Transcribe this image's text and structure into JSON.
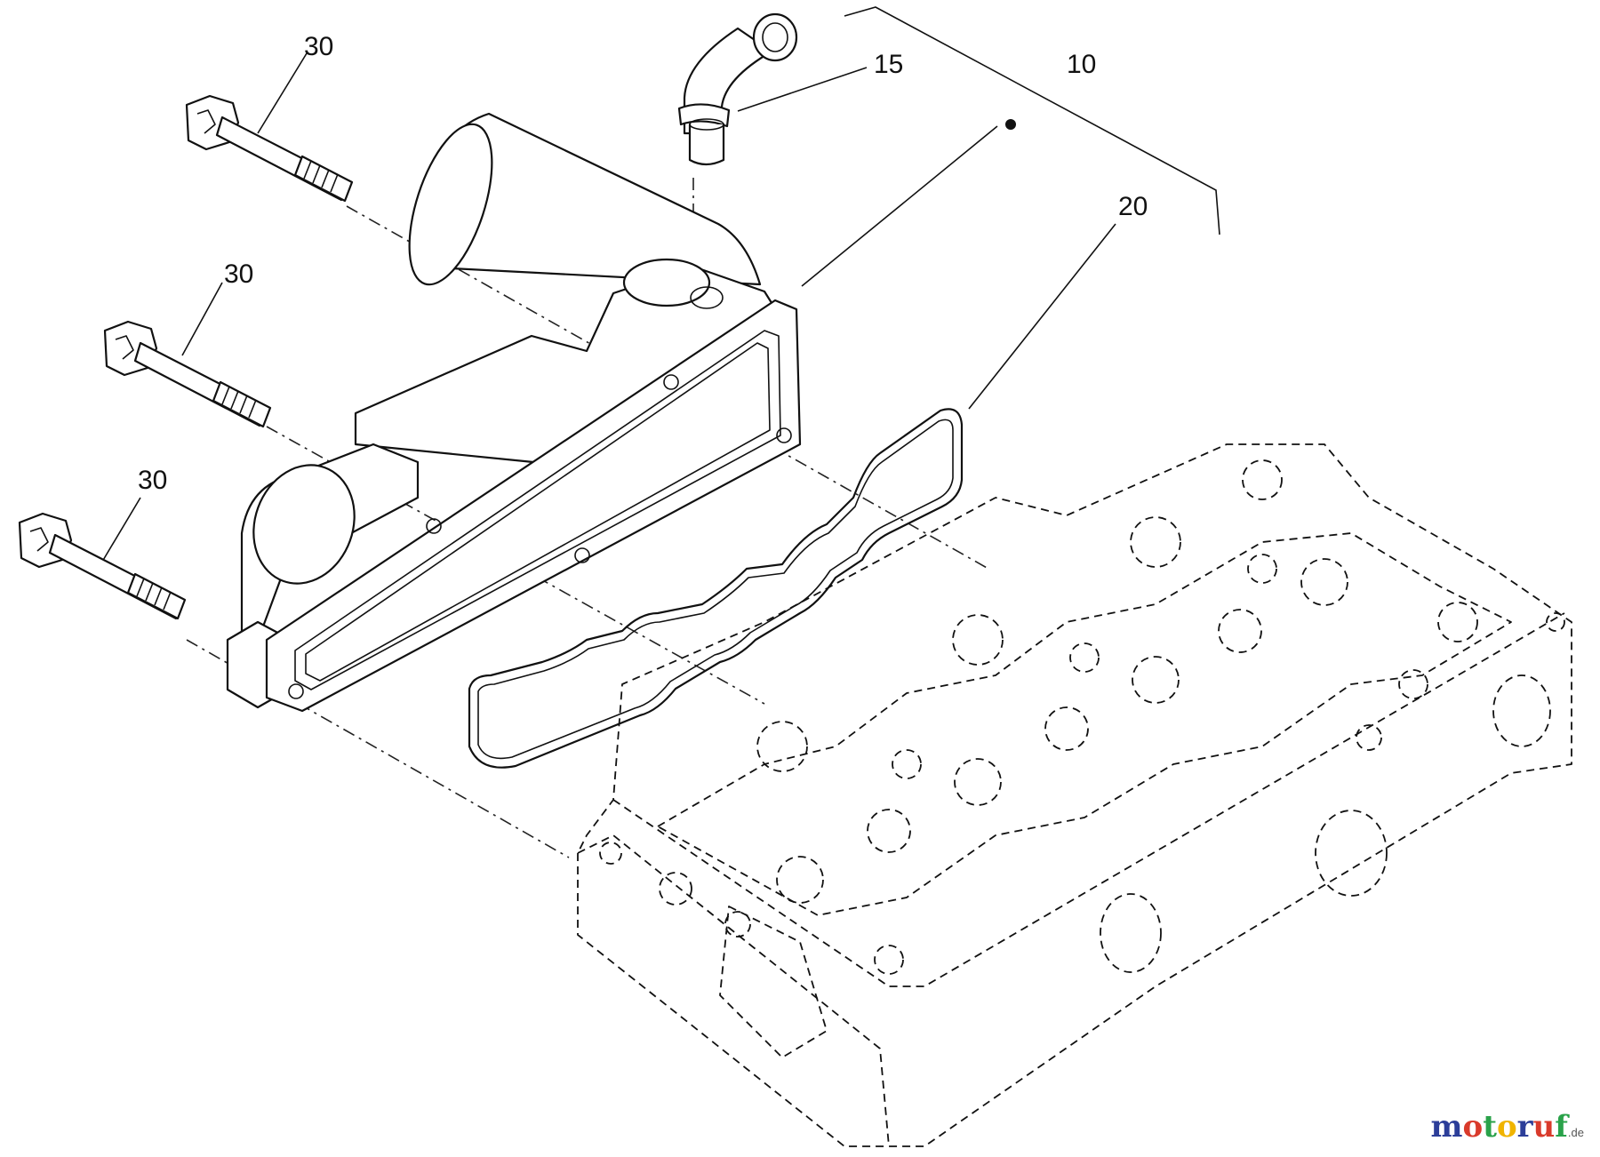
{
  "callouts": {
    "breather_pipe": "15",
    "cover_assembly": "10",
    "gasket": "20",
    "bolt_top": "30",
    "bolt_middle": "30",
    "bolt_bottom": "30"
  },
  "watermark": {
    "text": "motoruf",
    "tld": ".de",
    "colors": [
      "#2c3e99",
      "#d93a2b",
      "#2aa24a",
      "#f0b400",
      "#2c3e99",
      "#d93a2b",
      "#2aa24a"
    ]
  }
}
